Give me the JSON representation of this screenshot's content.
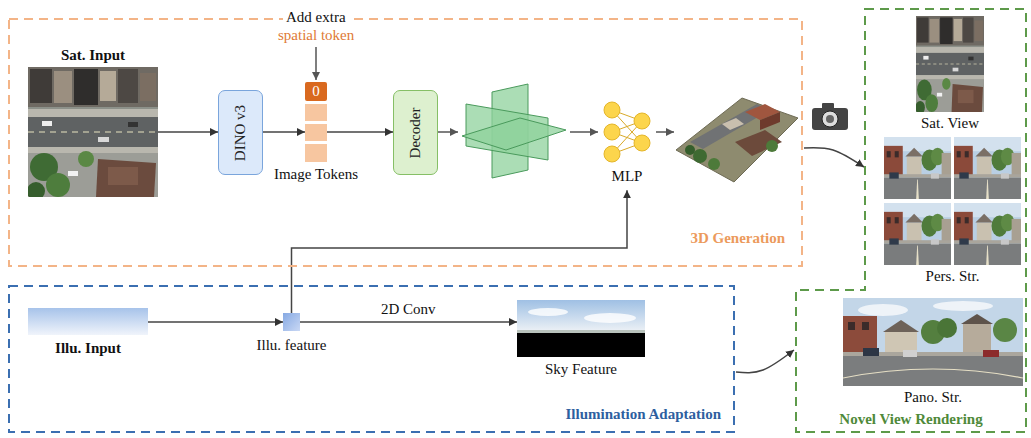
{
  "diagram": {
    "nodes": [
      {
        "text": [
          "3D Generation"
        ]
      },
      {
        "text": [
          "Sat. Input"
        ],
        "in": 0
      },
      {
        "text": [
          "DINO v3"
        ],
        "in": 0
      },
      {
        "text": [
          "Image Tokens"
        ],
        "in": 0
      },
      {
        "text": [
          "0"
        ],
        "in": 3
      },
      {
        "text": [
          "Decoder"
        ],
        "in": 0
      },
      {
        "text": [
          "MLP"
        ],
        "in": 0
      },
      {
        "text": [
          "Novel View Rendering"
        ]
      },
      {
        "text": [
          "Sat. View"
        ],
        "in": 7
      },
      {
        "text": [
          "Pers. Str."
        ],
        "in": 7
      },
      {
        "text": [
          "Pano. Str."
        ],
        "in": 7
      },
      {
        "text": [
          "Illumination Adaptation"
        ]
      },
      {
        "text": [
          "Illu. Input"
        ],
        "in": 11
      },
      {
        "text": [
          "Illu. feature"
        ],
        "in": 11
      },
      {
        "text": [
          "Sky Feature"
        ],
        "in": 11
      }
    ],
    "edges": [
      {
        "from": 1,
        "to": 2,
        "arrow": "to"
      },
      {
        "from": 2,
        "to": 3,
        "arrow": "to"
      },
      {
        "from": 3,
        "to": 5,
        "arrow": "to"
      },
      {
        "from": 12,
        "to": 13,
        "arrow": "to"
      },
      {
        "from": 13,
        "to": 14,
        "label": "2D Conv",
        "arrow": "to"
      },
      {
        "from": 13,
        "to": 6,
        "arrow": "to"
      },
      {
        "from": 0,
        "to": 7,
        "arrow": "to"
      },
      {
        "from": 11,
        "to": 7,
        "arrow": "to"
      }
    ],
    "labels": [
      "Add extra",
      "spatial token"
    ]
  }
}
